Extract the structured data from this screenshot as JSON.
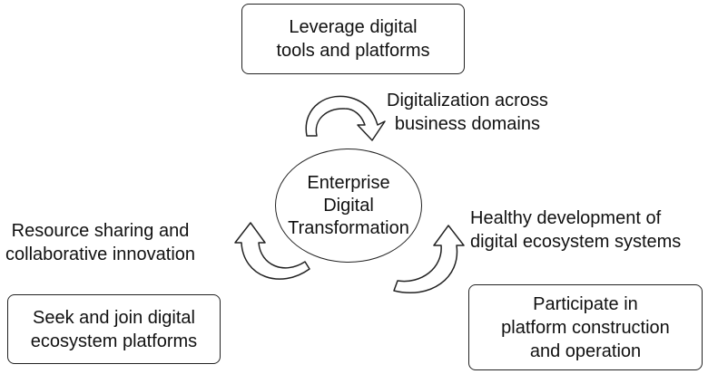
{
  "center": {
    "lines": [
      "Enterprise",
      "Digital",
      "Transformation"
    ]
  },
  "nodes": {
    "top_box": [
      "Leverage digital",
      "tools and platforms"
    ],
    "bottom_left_box": [
      "Seek and join digital",
      "ecosystem platforms"
    ],
    "bottom_right_box": [
      "Participate in",
      "platform construction",
      "and operation"
    ]
  },
  "edges": {
    "top_label": [
      "Digitalization across",
      "business domains"
    ],
    "left_label": [
      "Resource sharing and",
      "collaborative innovation"
    ],
    "right_label": [
      "Healthy development of",
      "digital ecosystem systems"
    ]
  }
}
